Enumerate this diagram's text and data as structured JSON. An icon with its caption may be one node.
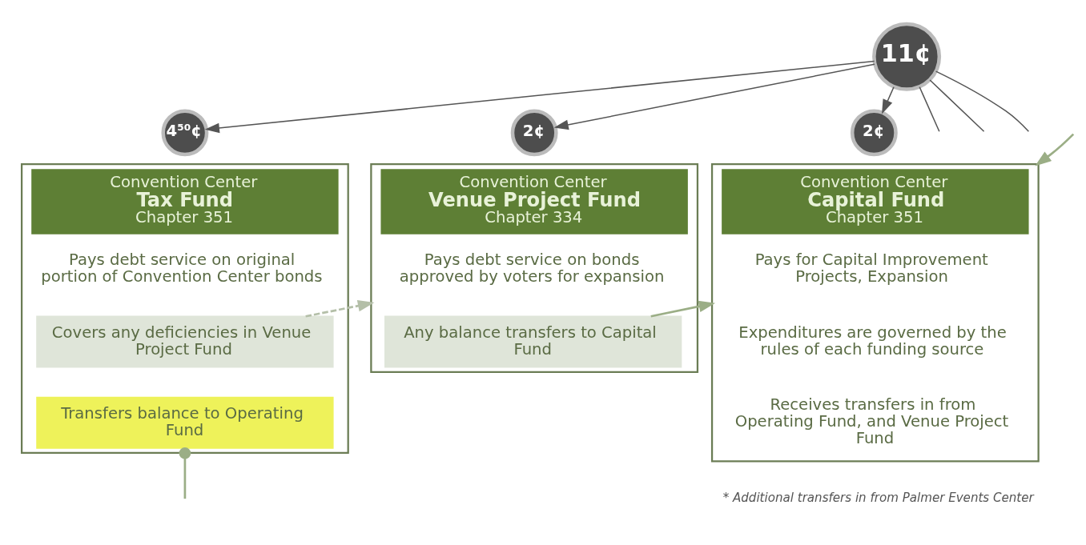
{
  "diagram": {
    "nodes": [
      {
        "text": [
          "11¢"
        ]
      },
      {
        "text": [
          "4⁵⁰¢"
        ]
      },
      {
        "text": [
          "2¢"
        ]
      },
      {
        "text": [
          "2¢"
        ]
      },
      {
        "text": [
          "Convention Center",
          "Tax Fund",
          "Chapter 351"
        ]
      },
      {
        "text": [
          "Pays debt service on original portion of Convention Center bonds"
        ],
        "in": 4
      },
      {
        "text": [
          "Covers any deficiencies in Venue Project Fund"
        ],
        "in": 4
      },
      {
        "text": [
          "Transfers balance to Operating Fund"
        ],
        "in": 4
      },
      {
        "text": [
          "Convention Center",
          "Venue Project Fund",
          "Chapter 334"
        ]
      },
      {
        "text": [
          "Pays debt service on bonds approved by voters for expansion"
        ],
        "in": 8
      },
      {
        "text": [
          "Any balance transfers to Capital Fund"
        ],
        "in": 8
      },
      {
        "text": [
          "Convention Center",
          "Capital Fund",
          "Chapter 351"
        ]
      },
      {
        "text": [
          "Pays for Capital Improvement Projects, Expansion"
        ],
        "in": 11
      },
      {
        "text": [
          "Expenditures are governed by the rules of each funding source"
        ],
        "in": 11
      },
      {
        "text": [
          "Receives transfers in from Operating Fund, and Venue Project Fund"
        ],
        "in": 11
      }
    ],
    "edges": [
      {
        "from": 0,
        "to": 1,
        "arrow": "to"
      },
      {
        "from": 0,
        "to": 2,
        "arrow": "to"
      },
      {
        "from": 0,
        "to": 3,
        "arrow": "to"
      },
      {
        "from": 0,
        "to": null,
        "arrow": "none"
      },
      {
        "from": 0,
        "to": null,
        "arrow": "none"
      },
      {
        "from": 0,
        "to": null,
        "arrow": "none"
      },
      {
        "from": 6,
        "to": 8,
        "arrow": "to",
        "style": "dashed",
        "color": "#b4bfa8"
      },
      {
        "from": 10,
        "to": 11,
        "arrow": "to",
        "color": "#9bae86"
      },
      {
        "from": 7,
        "to": null,
        "arrow": "other",
        "color": "#9bae86"
      },
      {
        "from": null,
        "to": 11,
        "arrow": "to",
        "color": "#9bae86"
      }
    ],
    "labels": [
      "* Additional transfers in from Palmer Events Center"
    ]
  }
}
